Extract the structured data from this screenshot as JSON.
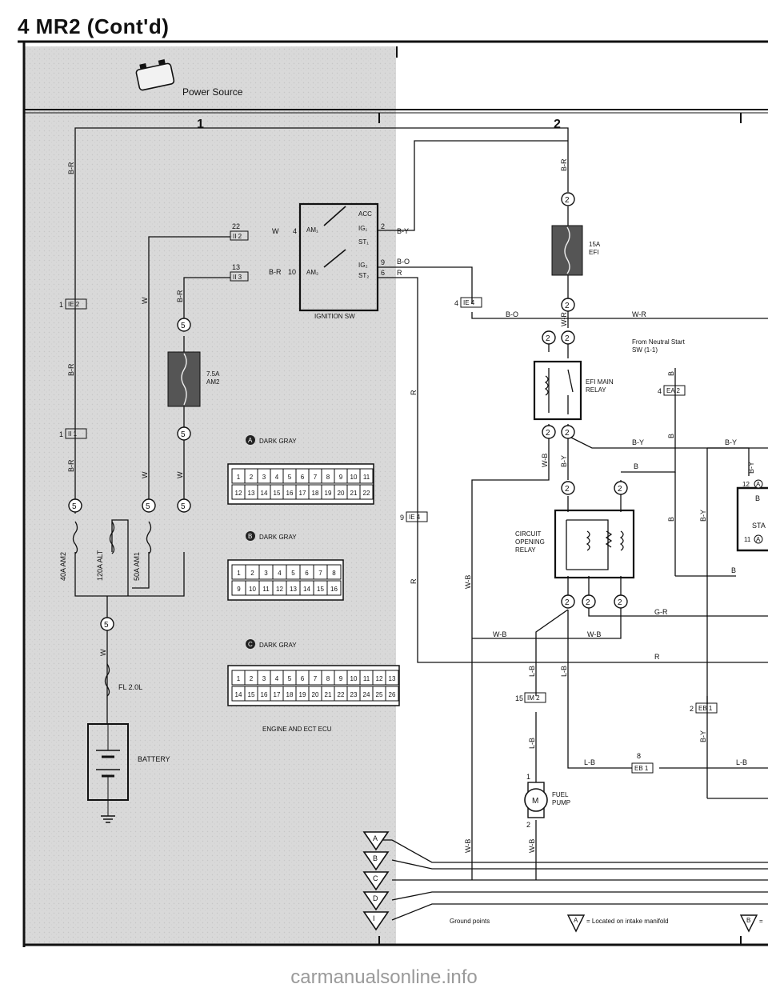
{
  "title": "4 MR2 (Cont'd)",
  "power_source": {
    "label": "Power Source"
  },
  "columns": [
    "1",
    "2"
  ],
  "ignition_sw": {
    "label": "IGNITION SW",
    "terminals": [
      "ACC",
      "IG₁",
      "ST₁",
      "IG₂",
      "ST₂",
      "AM₁",
      "AM₂"
    ],
    "pins": [
      "4",
      "10",
      "2",
      "9",
      "6"
    ],
    "connectors": [
      {
        "num": "22",
        "id": "II 2"
      },
      {
        "num": "13",
        "id": "II 3"
      }
    ]
  },
  "wires": {
    "br": "B-R",
    "w": "W",
    "by": "B-Y",
    "bo": "B-O",
    "r": "R",
    "wr": "W-R",
    "wb": "W-B",
    "b": "B",
    "gr": "G-R",
    "lb": "L-B"
  },
  "fuses": {
    "efi": [
      "15A",
      "EFI"
    ],
    "am2": [
      "7.5A",
      "AM2"
    ],
    "fl1": "40A AM2",
    "fl2": "120A ALT",
    "fl3": "50A AM1",
    "fl_main": "FL 2.0L"
  },
  "battery": {
    "label": "BATTERY"
  },
  "connectors": {
    "ie2": {
      "num": "1",
      "id": "IE 2"
    },
    "ii1": {
      "num": "1",
      "id": "II 1"
    },
    "ie4a": {
      "num": "4",
      "id": "IE 4"
    },
    "ie4b": {
      "num": "9",
      "id": "IE 4"
    },
    "ea2": {
      "num": "4",
      "id": "EA 2"
    },
    "im2": {
      "num": "15",
      "id": "IM 2"
    },
    "eb1a": {
      "num": "2",
      "id": "EB 1"
    },
    "eb1b": {
      "num": "8",
      "id": "EB 1"
    }
  },
  "junctions": {
    "j5": "5",
    "j2": "2"
  },
  "efi_main_relay": {
    "label": [
      "EFI MAIN",
      "RELAY"
    ]
  },
  "circuit_opening_relay": {
    "label": [
      "CIRCUIT",
      "OPENING",
      "RELAY"
    ]
  },
  "fuel_pump": {
    "label": [
      "FUEL",
      "PUMP"
    ],
    "symbol": "M",
    "pins": [
      "1",
      "2"
    ]
  },
  "neutral_start": {
    "label": [
      "From Neutral Start",
      "SW (1-1)"
    ]
  },
  "ecu": {
    "label": "ENGINE AND ECT ECU",
    "connector_a": {
      "letter": "A",
      "label": "DARK GRAY",
      "row1": [
        "1",
        "2",
        "3",
        "4",
        "5",
        "6",
        "7",
        "8",
        "9",
        "10",
        "11"
      ],
      "row2": [
        "12",
        "13",
        "14",
        "15",
        "16",
        "17",
        "18",
        "19",
        "20",
        "21",
        "22"
      ]
    },
    "connector_b": {
      "letter": "B",
      "label": "DARK GRAY",
      "row1": [
        "1",
        "2",
        "3",
        "4",
        "5",
        "6",
        "7",
        "8"
      ],
      "row2": [
        "9",
        "10",
        "11",
        "12",
        "13",
        "14",
        "15",
        "16"
      ]
    },
    "connector_c": {
      "letter": "C",
      "label": "DARK GRAY",
      "row1": [
        "1",
        "2",
        "3",
        "4",
        "5",
        "6",
        "7",
        "8",
        "9",
        "10",
        "11",
        "12",
        "13"
      ],
      "row2": [
        "14",
        "15",
        "16",
        "17",
        "18",
        "19",
        "20",
        "21",
        "22",
        "23",
        "24",
        "25",
        "26"
      ]
    },
    "sta": {
      "label": "STA",
      "pins": [
        "12",
        "11"
      ],
      "letter": "A"
    }
  },
  "ground_points": {
    "letters": [
      "A",
      "B",
      "C",
      "D",
      "I"
    ],
    "label": "Ground points",
    "legend_a": "= Located on intake manifold",
    "legend_b": "="
  },
  "watermark": "carmanualsonline.info"
}
